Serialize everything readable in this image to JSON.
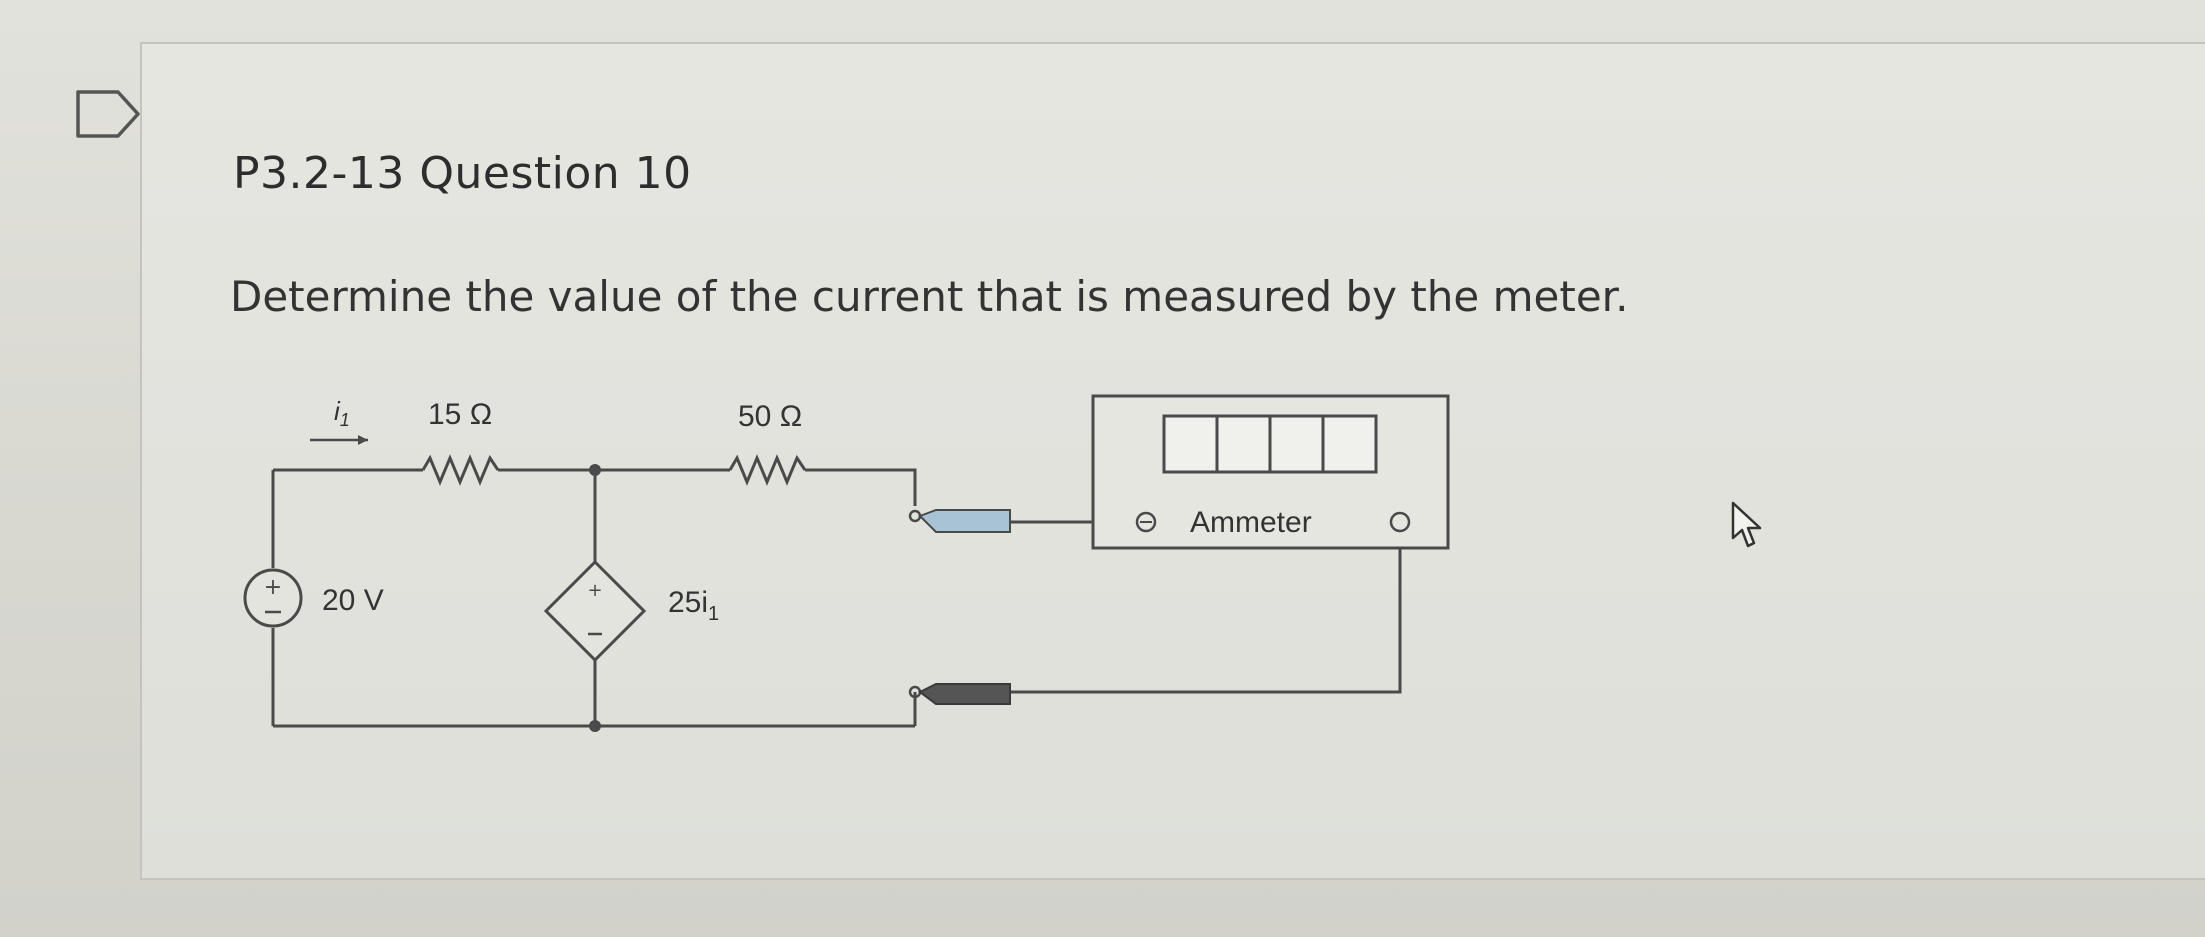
{
  "question": {
    "title": "P3.2-13 Question 10",
    "prompt": "Determine the value of the current that is measured by the meter."
  },
  "circuit": {
    "current_label": "i",
    "current_sub": "1",
    "r1_label": "15 Ω",
    "r2_label": "50 Ω",
    "source_label": "20 V",
    "dep_source_label": "25i",
    "dep_source_sub": "1",
    "meter_label": "Ammeter"
  },
  "colors": {
    "wire": "#4a4a4a",
    "probe_red": "#a8c4d4",
    "probe_black": "#555555"
  }
}
